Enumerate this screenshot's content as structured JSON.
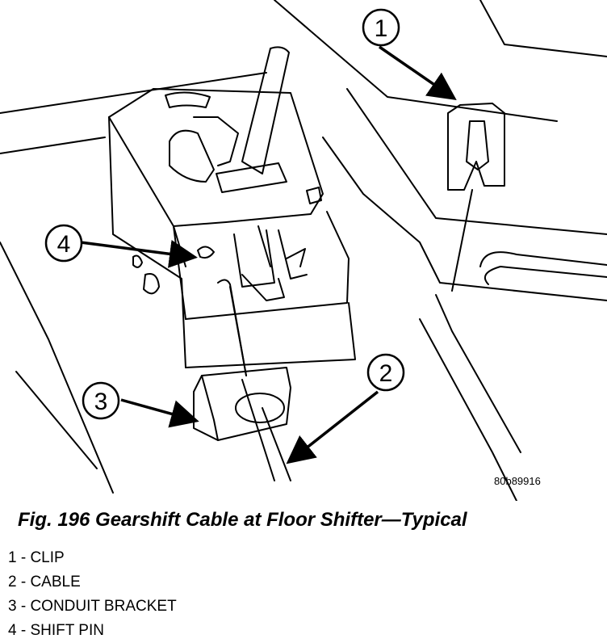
{
  "figure": {
    "code": "80b89916",
    "callouts": [
      {
        "number": "1"
      },
      {
        "number": "2"
      },
      {
        "number": "3"
      },
      {
        "number": "4"
      }
    ]
  },
  "caption": "Fig. 196 Gearshift Cable at Floor Shifter—Typical",
  "legend": [
    "1 - CLIP",
    "2 - CABLE",
    "3 - CONDUIT BRACKET",
    "4 - SHIFT PIN"
  ]
}
